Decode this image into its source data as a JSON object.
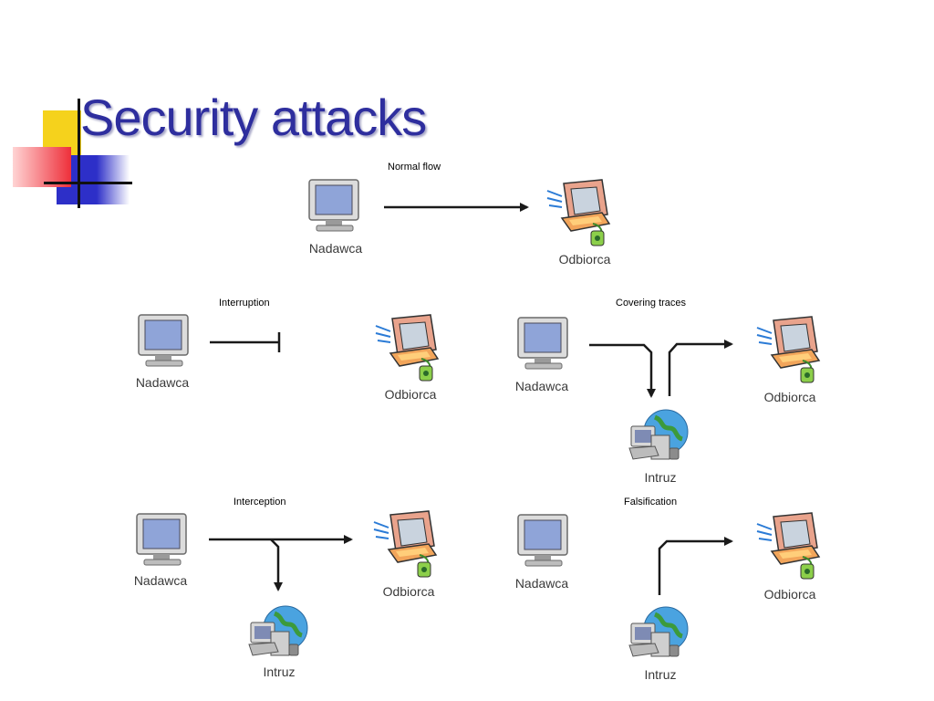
{
  "title": "Security attacks",
  "captions": {
    "normal_flow": "Normal flow",
    "interruption": "Interruption",
    "covering_traces": "Covering traces",
    "interception": "Interception",
    "falsification": "Falsification"
  },
  "labels": {
    "sender": "Nadawca",
    "receiver": "Odbiorca",
    "intruder": "Intruz"
  },
  "colors": {
    "title": "#2e2e9e",
    "deco_yellow": "#f5d21c",
    "deco_red": "#ee2f3a",
    "deco_blue": "#2d2fc8"
  }
}
